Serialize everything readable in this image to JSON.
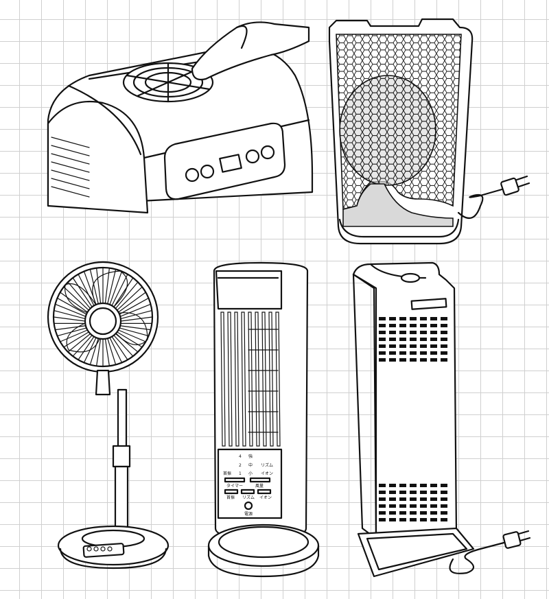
{
  "tower_fan_panel": {
    "row1": [
      "4",
      "強"
    ],
    "row2": [
      "2",
      "中",
      "リズム"
    ],
    "row3": [
      "首振",
      "1",
      "小",
      "イオン"
    ],
    "timer": "タイマー",
    "airflow": "風量",
    "swing": "首振",
    "rhythm": "リズム",
    "ion": "イオン",
    "power": "電源"
  },
  "colors": {
    "line": "#111111",
    "grid": "#cfcfcf",
    "hex_fill": "#d9d9d9",
    "bg": "#ffffff"
  }
}
